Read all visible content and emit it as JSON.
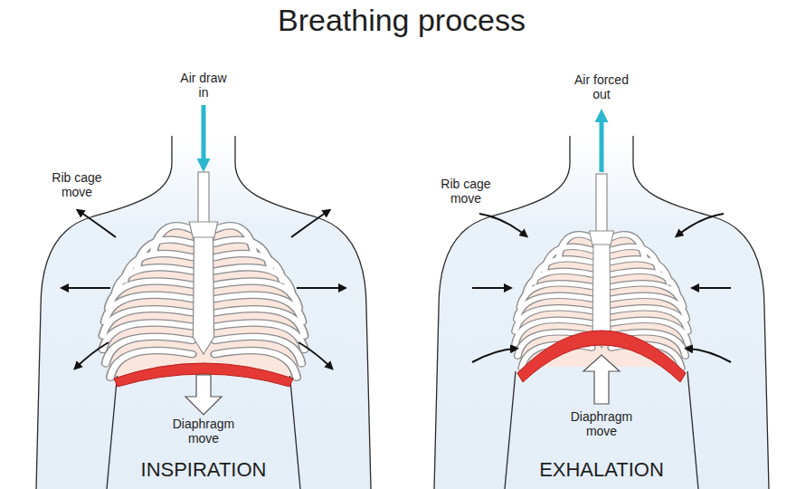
{
  "diagram": {
    "title": "Breathing process",
    "labels": [
      "Air draw in",
      "Rib cage move",
      "Diaphragm move",
      "INSPIRATION",
      "Air forced out",
      "Rib cage move",
      "Diaphragm move",
      "EXHALATION"
    ]
  }
}
